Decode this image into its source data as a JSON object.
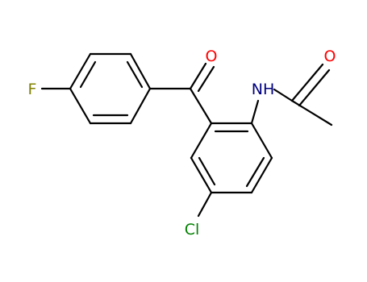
{
  "molecule": {
    "colors": {
      "bond": "#000000",
      "O": "#ff0000",
      "N": "#000080",
      "F": "#808000",
      "Cl": "#008000"
    },
    "atoms": [
      {
        "id": "F",
        "label": "F",
        "element": "F"
      },
      {
        "id": "O1",
        "label": "O",
        "element": "O"
      },
      {
        "id": "N",
        "label": "NH",
        "element": "N"
      },
      {
        "id": "O2",
        "label": "O",
        "element": "O"
      },
      {
        "id": "Cl",
        "label": "Cl",
        "element": "Cl"
      }
    ]
  }
}
